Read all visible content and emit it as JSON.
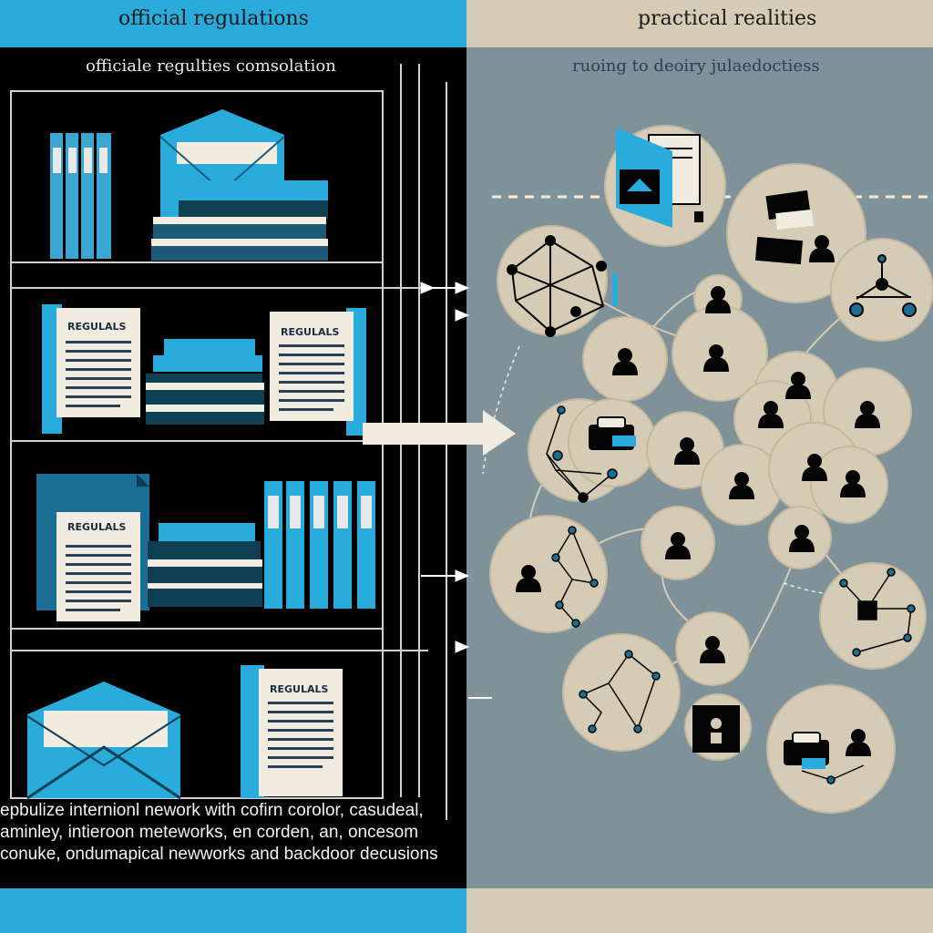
{
  "left_panel": {
    "header_title": "official regulations",
    "subtitle": "officiale regulties comsolation",
    "document_labels": [
      "REGULALS",
      "REGULALS",
      "REGULALS",
      "REGULALS"
    ],
    "caption_lines": [
      "epbulize internionl nework with cofirn corolor, casudeal,",
      "aminley, intieroon meteworks, en corden, an, oncesom",
      "conuke, ondumapical newworks and backdoor decusions"
    ]
  },
  "right_panel": {
    "header_title": "practical realities",
    "subtitle": "ruoing to deoiry julaedoctiess"
  },
  "colors": {
    "accent_blue": "#29abdc",
    "left_bg": "#020203",
    "right_bg": "#7f9299",
    "circle_fill": "#d6ccb6",
    "paper": "#f0ece0"
  },
  "icons": [
    "document-icon",
    "envelope-icon",
    "binder-icon",
    "person-icon",
    "network-icon",
    "arrow-right-icon",
    "lock-icon"
  ]
}
